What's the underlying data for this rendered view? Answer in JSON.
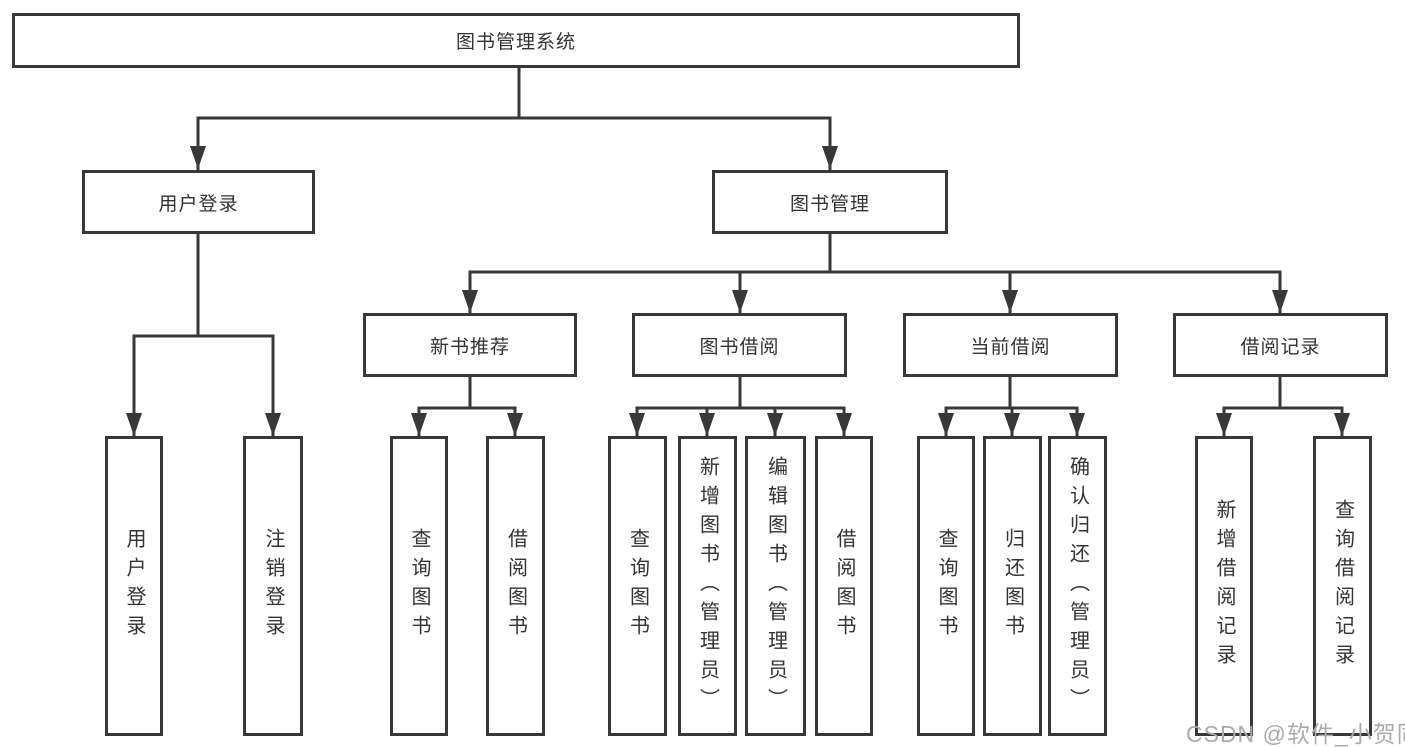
{
  "diagram": {
    "title": "图书管理系统",
    "nodes": {
      "root": "图书管理系统",
      "user_login": "用户登录",
      "book_management": "图书管理",
      "new_book_recommend": "新书推荐",
      "book_borrowing": "图书借阅",
      "current_borrowing": "当前借阅",
      "borrow_records": "借阅记录",
      "leaves": {
        "user_login_login": "用户登录",
        "user_login_logout": "注销登录",
        "nbr_query_books": "查询图书",
        "nbr_borrow_books": "借阅图书",
        "bb_query_books": "查询图书",
        "bb_add_books_admin": "新增图书（管理员）",
        "bb_edit_books_admin": "编辑图书（管理员）",
        "bb_borrow_books": "借阅图书",
        "cb_query_books": "查询图书",
        "cb_return_books": "归还图书",
        "cb_confirm_return_admin": "确认归还（管理员）",
        "br_add_record": "新增借阅记录",
        "br_query_record": "查询借阅记录"
      }
    }
  },
  "watermark": {
    "text": "CSDN @软件_小贺同学"
  },
  "colors": {
    "line": "#383838",
    "node_border": "#383838",
    "node_text": "#333333",
    "watermark_text": "#ababab",
    "background": "#ffffff"
  }
}
